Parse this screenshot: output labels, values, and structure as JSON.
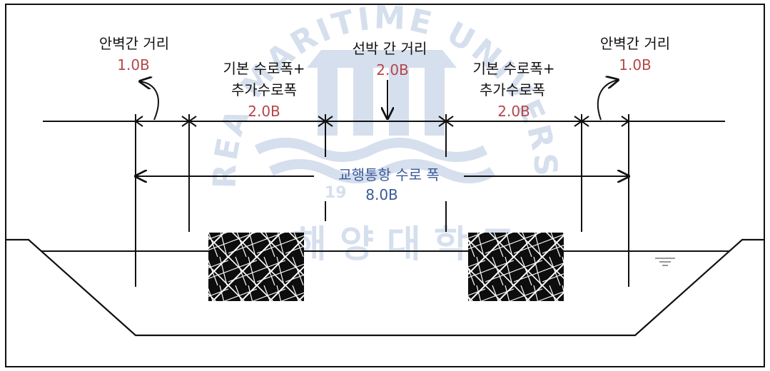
{
  "diagram": {
    "labels": {
      "left_bank_distance": "안벽간 거리",
      "left_bank_value": "1.0B",
      "left_lane_line1": "기본 수로폭+",
      "left_lane_line2": "추가수로폭",
      "left_lane_value": "2.0B",
      "ship_distance": "선박 간 거리",
      "ship_distance_value": "2.0B",
      "right_lane_line1": "기본 수로폭+",
      "right_lane_line2": "추가수로폭",
      "right_lane_value": "2.0B",
      "right_bank_distance": "안벽간 거리",
      "right_bank_value": "1.0B",
      "total_width": "교행통항 수로 폭",
      "total_width_value": "8.0B"
    },
    "watermark": {
      "arc_text": "KOREA MARITIME UNIVERSITY",
      "korean_text": "해 양 대 학 교",
      "year": "19"
    }
  },
  "colors": {
    "line": "#111111",
    "value_red": "#b5474b",
    "value_blue": "#3a5a9a",
    "watermark": "#466eaf"
  }
}
